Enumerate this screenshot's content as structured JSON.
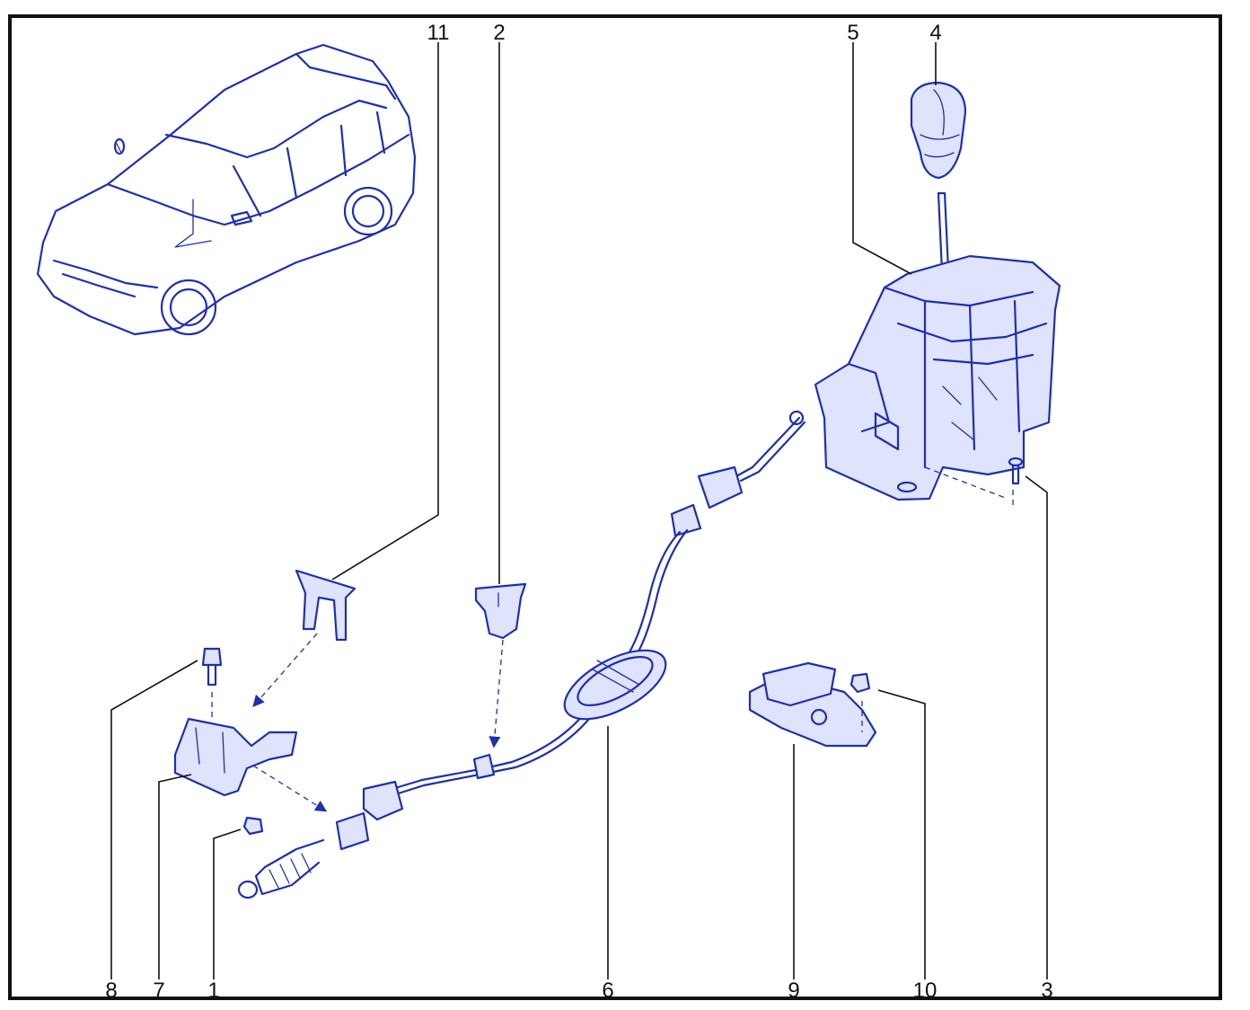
{
  "diagram": {
    "callouts": {
      "c1": "1",
      "c2": "2",
      "c3": "3",
      "c4": "4",
      "c5": "5",
      "c6": "6",
      "c7": "7",
      "c8": "8",
      "c9": "9",
      "c10": "10",
      "c11": "11"
    }
  },
  "colors": {
    "line_art": "#1e2fb0",
    "frame": "#111111"
  }
}
